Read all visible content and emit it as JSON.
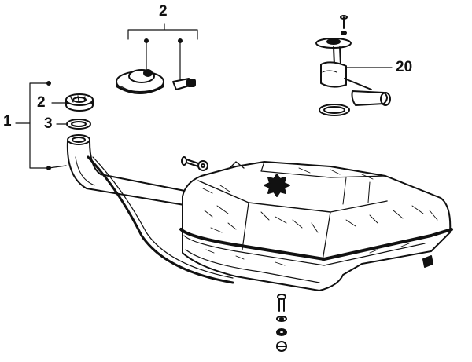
{
  "callouts": {
    "top_cap_group": "2",
    "sender_unit": "20",
    "filler_assembly": "1",
    "filler_cap": "2",
    "filler_seal": "3"
  }
}
